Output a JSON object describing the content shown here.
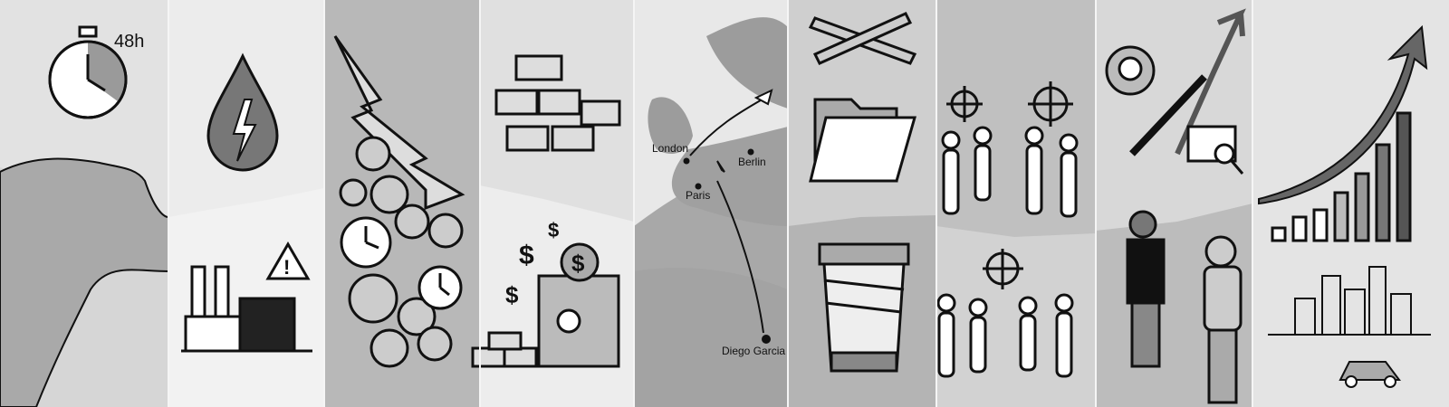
{
  "panels": {
    "timer": {
      "label": "48h"
    },
    "map": {
      "cities": {
        "london": "London",
        "berlin": "Berlin",
        "paris": "Paris",
        "diego_garcia": "Diego Garcia"
      }
    }
  },
  "colors": {
    "panel_light": "#e4e4e4",
    "panel_mid": "#c4c4c4",
    "panel_dark": "#a8a8a8",
    "ink": "#111111"
  }
}
